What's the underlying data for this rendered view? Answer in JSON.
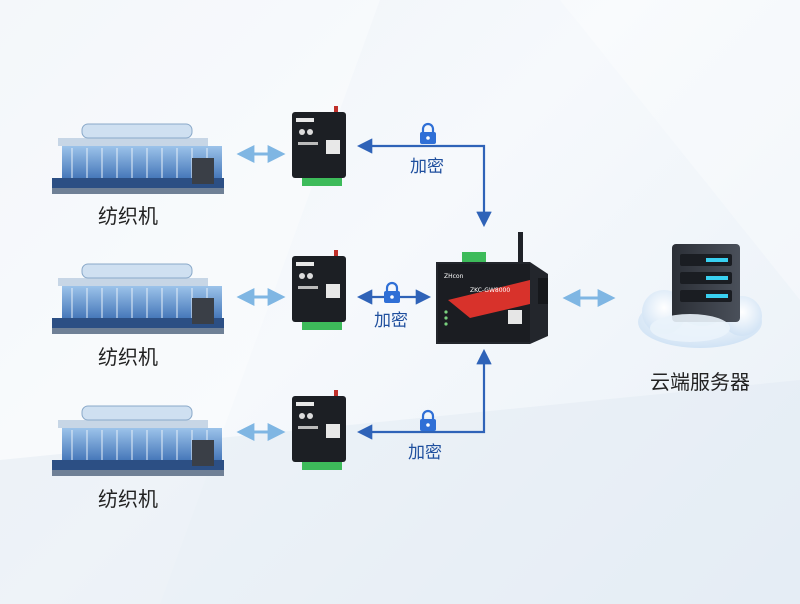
{
  "machines": [
    {
      "label": "纺织机"
    },
    {
      "label": "纺织机"
    },
    {
      "label": "纺织机"
    }
  ],
  "encryption": [
    {
      "label": "加密"
    },
    {
      "label": "加密"
    },
    {
      "label": "加密"
    }
  ],
  "gateway": {
    "model": "ZKC-GW8000",
    "brand": "ZHcon"
  },
  "server": {
    "label": "云端服务器"
  },
  "colors": {
    "arrow_light": "#7fb6e3",
    "arrow_dark": "#2f63b8",
    "lock": "#2f6fd6",
    "module_body": "#1c1f24",
    "terminal_green": "#3dbb5a",
    "gateway_red": "#d8322b"
  }
}
